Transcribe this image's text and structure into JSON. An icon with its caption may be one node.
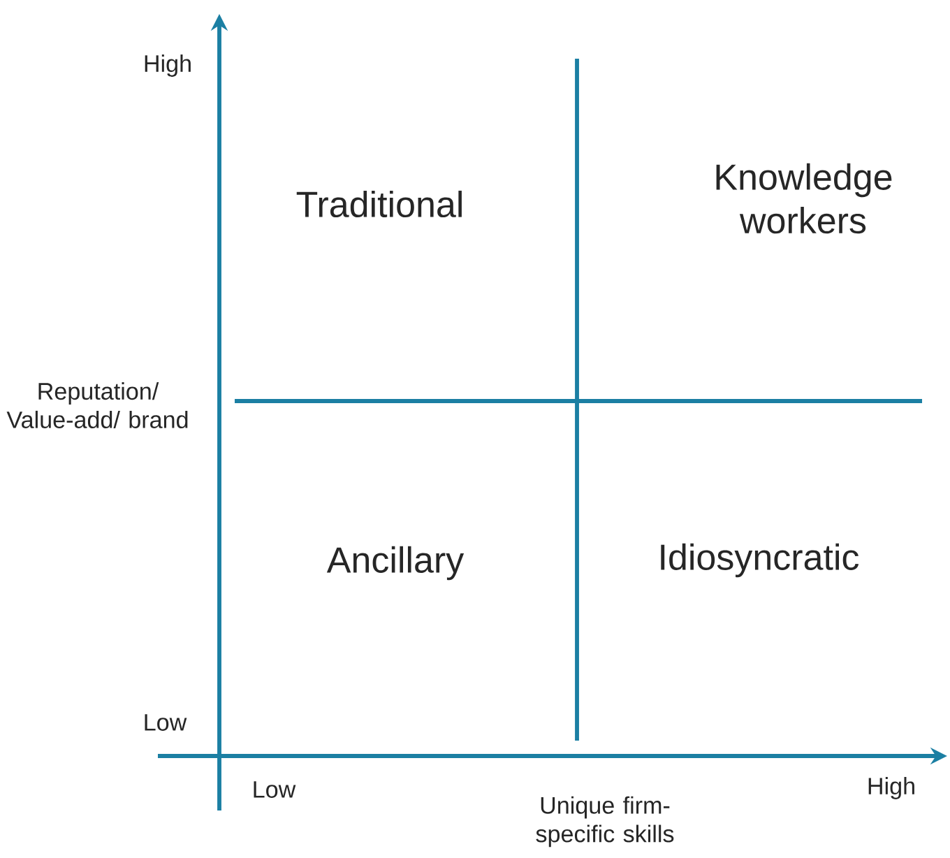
{
  "diagram": {
    "labels": [
      "High",
      "Traditional",
      "Knowledge workers",
      "Reputation/ Value-add/ brand",
      "Ancillary",
      "Idiosyncratic",
      "Low",
      "Low",
      "Unique firm-specific skills",
      "High"
    ]
  }
}
